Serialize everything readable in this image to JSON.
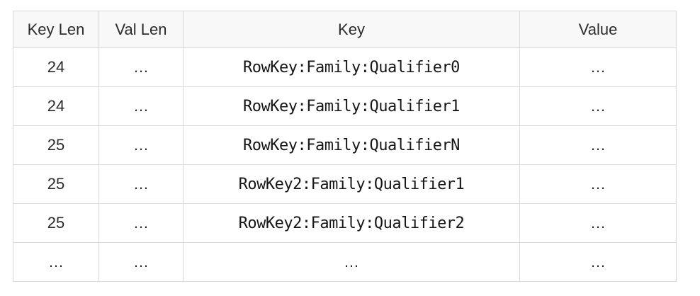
{
  "chart_data": {
    "type": "table",
    "title": "",
    "columns": [
      "Key Len",
      "Val Len",
      "Key",
      "Value"
    ],
    "rows": [
      [
        "24",
        "…",
        "RowKey:Family:Qualifier0",
        "…"
      ],
      [
        "24",
        "…",
        "RowKey:Family:Qualifier1",
        "…"
      ],
      [
        "25",
        "…",
        "RowKey:Family:QualifierN",
        "…"
      ],
      [
        "25",
        "…",
        "RowKey2:Family:Qualifier1",
        "…"
      ],
      [
        "25",
        "…",
        "RowKey2:Family:Qualifier2",
        "…"
      ],
      [
        "…",
        "…",
        "…",
        "…"
      ]
    ],
    "layout_hints": {
      "header_row": true,
      "cell_alignment": "center",
      "key_column_font": "monospace"
    }
  },
  "colors": {
    "header_bg": "#f8f8f8",
    "border": "#d9d9d9",
    "row_border": "#e2e2e2",
    "text": "#2b2b2b",
    "mono_text": "#161616",
    "page_bg": "#ffffff"
  }
}
